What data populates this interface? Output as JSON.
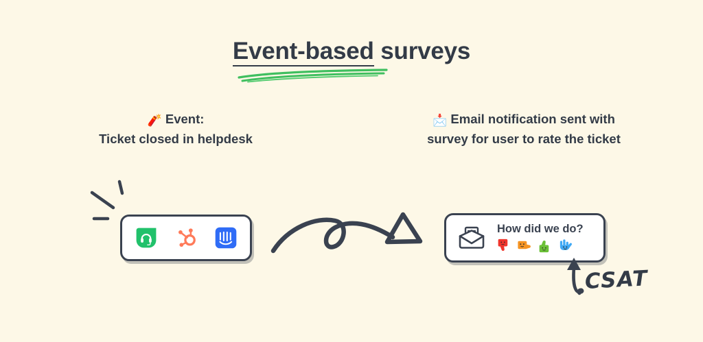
{
  "background_color": "#FDF8E7",
  "ink_color": "#333B47",
  "accent_green": "#3FBF5F",
  "title": {
    "underlined_part": "Event-based",
    "rest_part": " surveys",
    "underline_style": "green-hand-drawn-swoosh"
  },
  "left_caption": {
    "emoji": "🧨",
    "emoji_name": "firecracker-emoji",
    "line1": " Event:",
    "line2": "Ticket closed in helpdesk"
  },
  "right_caption": {
    "emoji": "📩",
    "emoji_name": "incoming-envelope-emoji",
    "line1": " Email notification sent with",
    "line2": "survey for user to rate the ticket"
  },
  "left_card": {
    "name": "helpdesk-apps-card",
    "apps": [
      {
        "name": "freshdesk-icon",
        "label": "Freshdesk",
        "color": "#21C16B",
        "glyph": "headset"
      },
      {
        "name": "hubspot-icon",
        "label": "HubSpot",
        "color": "#FF7A59",
        "glyph": "sprocket"
      },
      {
        "name": "intercom-icon",
        "label": "Intercom",
        "color": "#2F6CF6",
        "glyph": "intercom-bars"
      }
    ]
  },
  "right_card": {
    "name": "survey-email-card",
    "mail_icon_name": "open-envelope-icon",
    "question": "How did we do?",
    "ratings": [
      {
        "name": "thumbs-down-rating",
        "emoji": "👎",
        "color": "#F0352C",
        "label": "thumbs down"
      },
      {
        "name": "hand-sideways-rating",
        "emoji": "🤙",
        "color": "#F59423",
        "label": "sideways hand"
      },
      {
        "name": "thumbs-up-rating",
        "emoji": "👍",
        "color": "#6BC037",
        "label": "thumbs up"
      },
      {
        "name": "rock-on-rating",
        "emoji": "🤟",
        "color": "#3FA9F5",
        "label": "rock on"
      }
    ]
  },
  "callout": {
    "label": "CSAT",
    "arrow_name": "csat-curly-arrow"
  },
  "decorations": {
    "flow_arrow_name": "curved-flow-arrow",
    "burst_name": "action-burst-lines"
  }
}
